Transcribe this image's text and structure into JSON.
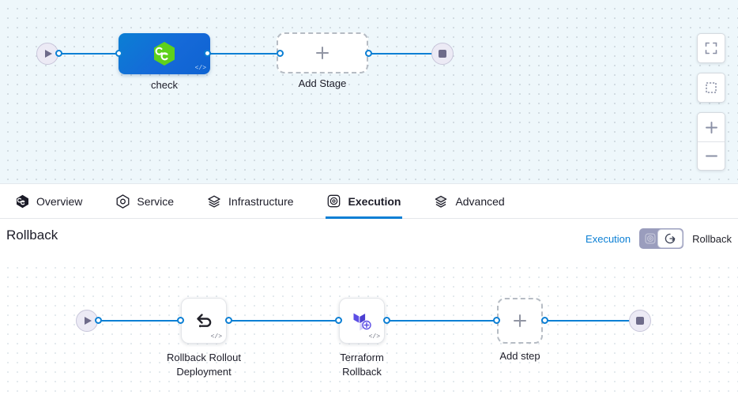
{
  "top_pipeline": {
    "start_node": {
      "icon": "play-icon"
    },
    "end_node": {
      "icon": "stop-icon"
    },
    "stages": [
      {
        "label": "check",
        "icon": "harness-hexagon-icon",
        "badge": "</>"
      },
      {
        "label": "Add Stage",
        "icon": "plus-icon"
      }
    ]
  },
  "view_controls": {
    "fullscreen_label": "expand-icon",
    "selection_label": "selection-icon",
    "zoom_in_label": "+",
    "zoom_out_label": "−"
  },
  "tabs": [
    {
      "label": "Overview",
      "icon": "harness-hexagon-filled-icon",
      "active": false
    },
    {
      "label": "Service",
      "icon": "service-hexagon-icon",
      "active": false
    },
    {
      "label": "Infrastructure",
      "icon": "layers-icon",
      "active": false
    },
    {
      "label": "Execution",
      "icon": "execution-icon",
      "active": true
    },
    {
      "label": "Advanced",
      "icon": "advanced-layers-icon",
      "active": false
    }
  ],
  "section": {
    "title": "Rollback",
    "toggle": {
      "left_label": "Execution",
      "right_label": "Rollback",
      "selected": "Rollback",
      "left_icon": "execution-icon",
      "right_icon": "rollback-arrow-icon"
    }
  },
  "rollback_pipeline": {
    "start_node": {
      "icon": "play-icon"
    },
    "end_node": {
      "icon": "stop-icon"
    },
    "steps": [
      {
        "label": "Rollback Rollout\nDeployment",
        "icon": "undo-arrow-icon",
        "badge": "</>"
      },
      {
        "label": "Terraform\nRollback",
        "icon": "terraform-icon",
        "badge": "</>"
      },
      {
        "label": "Add step",
        "icon": "plus-icon"
      }
    ]
  },
  "colors": {
    "accent_blue": "#0b7fd4",
    "stage_blue": "#1569d8",
    "harness_green": "#5fd11b",
    "terraform_purple": "#5c4ee5",
    "canvas_top_bg": "#eef7fb",
    "canvas_bottom_bg": "#ffffff"
  }
}
